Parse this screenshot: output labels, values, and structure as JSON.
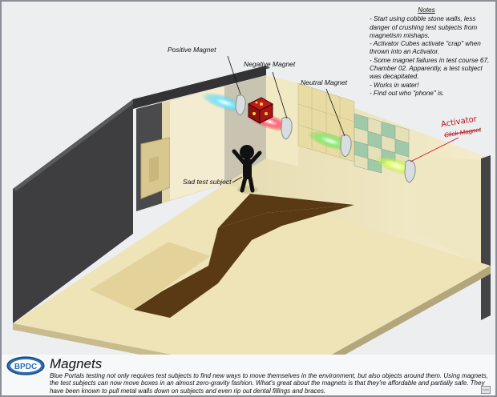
{
  "labels": {
    "positive_magnet": "Positive Magnet",
    "negative_magnet": "Negative Magnet",
    "neutral_magnet": "Neutral Magnet",
    "sad_subject": "Sad test subject",
    "activator": "Activator",
    "activator_struck": "Click Magnet"
  },
  "notes": {
    "title": "Notes",
    "items": [
      "- Start using cobble stone walls, less danger of crushing test subjects from magnetism mishaps.",
      "- Activator Cubes activate \"crap\" when thrown into an Activator.",
      "- Some magnet failures in test course 67, Chamber 02. Apparently, a test subject was decapitated.",
      "- Works in water!",
      "- Find out who \"phone\" is."
    ]
  },
  "footer": {
    "logo_text": "BPDC",
    "title": "Magnets",
    "body": "Blue Portals testing not only requires test subjects to find new ways to move themselves in the environment, but also objects around them. Using magnets, the test subjects can now move boxes in an almost zero-gravity fashion. What's great about the magnets is that they're affordable and partially safe. They have been known to pull metal walls down on subjects and even rip out dental fillings and braces."
  },
  "colors": {
    "positive_glow": "#38c8e8",
    "negative_glow": "#e8203c",
    "neutral_glow": "#48d038",
    "activator_glow": "#a8e028",
    "annotation_red": "#c0141c",
    "wall_cream": "#efe5bd",
    "floor_dark": "#5a3a14",
    "logo_blue": "#2b6fb8"
  }
}
